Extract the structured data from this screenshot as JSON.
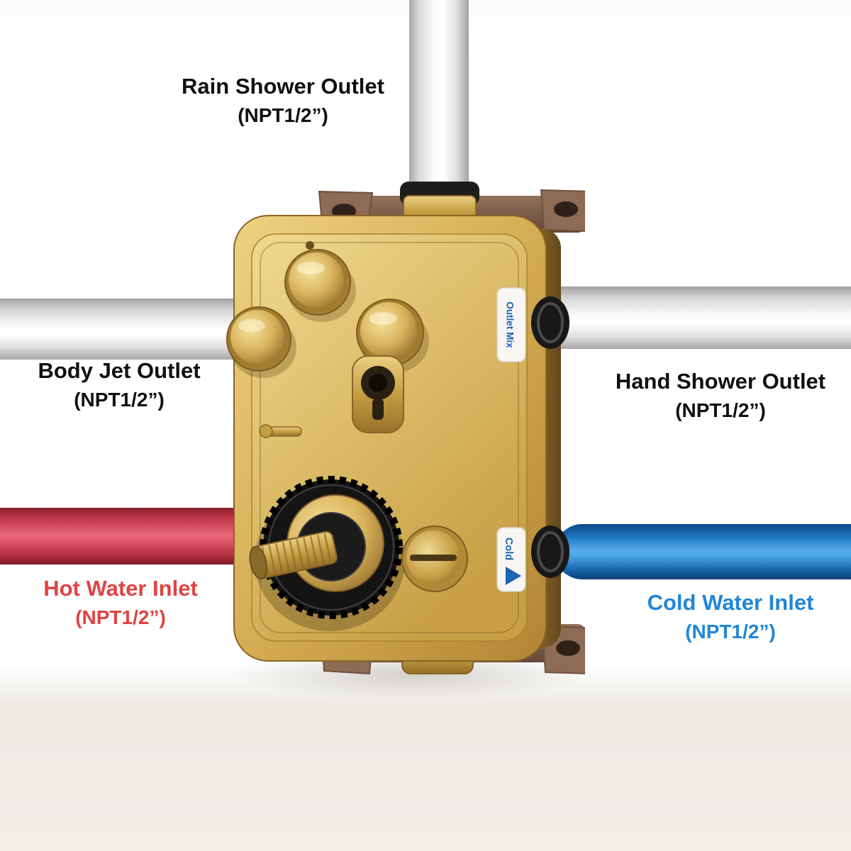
{
  "connections": {
    "rain_shower": {
      "title": "Rain Shower Outlet",
      "spec": "(NPT1/2”)"
    },
    "body_jet": {
      "title": "Body Jet Outlet",
      "spec": "(NPT1/2”)"
    },
    "hand_shower": {
      "title": "Hand Shower Outlet",
      "spec": "(NPT1/2”)"
    },
    "hot_water": {
      "title": "Hot Water Inlet",
      "spec": "(NPT1/2”)"
    },
    "cold_water": {
      "title": "Cold Water Inlet",
      "spec": "(NPT1/2”)"
    }
  },
  "valve_markings": {
    "outlet_mix": "Outlet Mix",
    "cold": "Cold"
  },
  "colors": {
    "label_text": "#101010",
    "hot_label": "#e04343",
    "cold_label": "#2186d6",
    "hot_pipe": "#d94b5e",
    "cold_pipe": "#2f8fd6",
    "brass": "#d2a94f",
    "marking_blue": "#1a64b4"
  }
}
